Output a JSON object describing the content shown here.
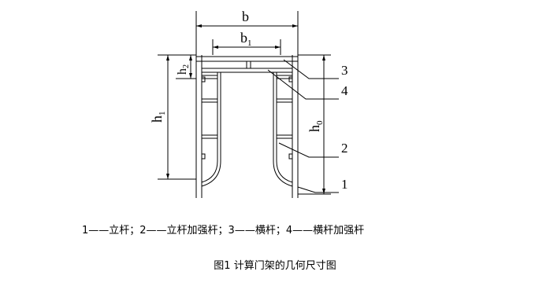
{
  "dimensions": {
    "b": "b",
    "b1": "b",
    "b1_sub": "1",
    "h1": "h",
    "h1_sub": "1",
    "h0": "h",
    "h0_sub": "0",
    "h2": "h",
    "h2_sub": "2"
  },
  "callouts": [
    "3",
    "4",
    "2",
    "1"
  ],
  "legend": "1——立杆；2——立杆加强杆；3——横杆；4——横杆加强杆",
  "caption": "图1 计算门架的几何尺寸图"
}
